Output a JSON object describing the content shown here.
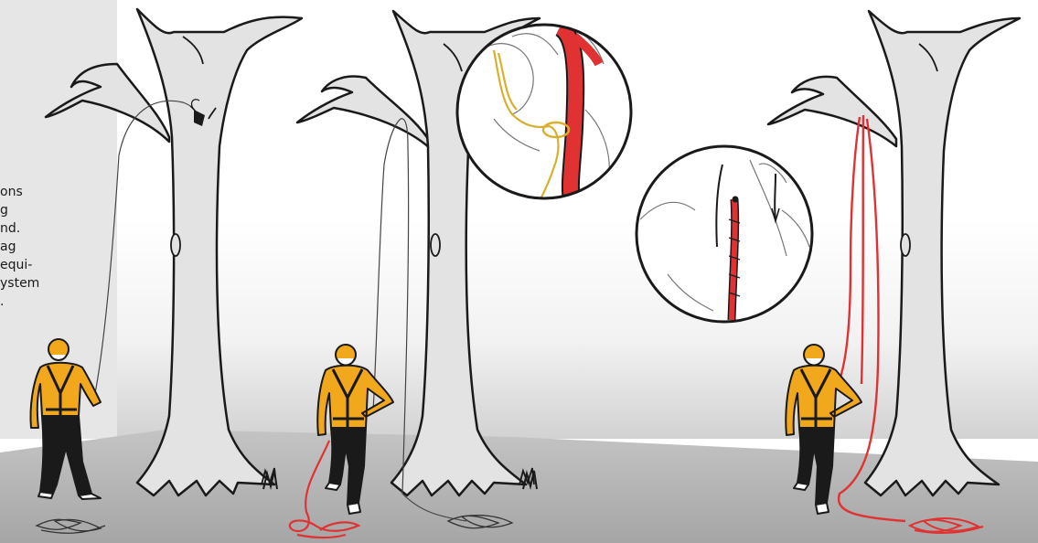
{
  "caption_lines": [
    "ons",
    "g",
    "nd.",
    "ag",
    "equi-",
    "ystem",
    "."
  ],
  "colors": {
    "background": "#ffffff",
    "side_panel": "#e6e6e6",
    "ground": "#b3b3b3",
    "tree_fill": "#e3e3e3",
    "outline": "#1a1a1a",
    "jacket": "#f2a81d",
    "rope_red": "#e03232",
    "rope_grey": "#555555",
    "thread_gold": "#d8b030"
  }
}
